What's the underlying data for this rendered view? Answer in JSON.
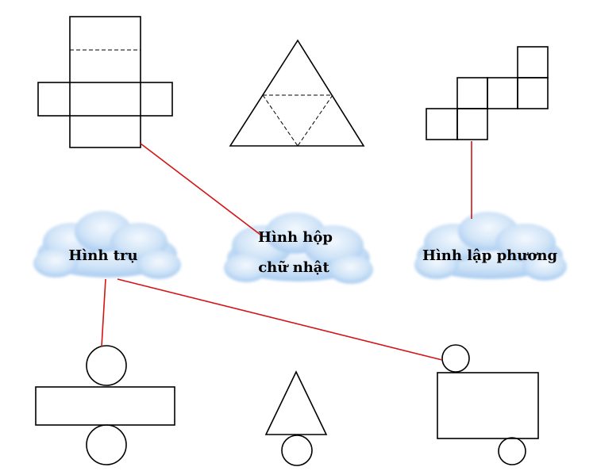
{
  "clouds": {
    "cylinder": {
      "label": "Hình trụ"
    },
    "cuboid": {
      "line1": "Hình hộp",
      "line2": "chữ nhật"
    },
    "cube": {
      "label": "Hình lập phương"
    }
  },
  "colors": {
    "connector": "#d41414",
    "cloud_fill": "#cfe3f7",
    "cloud_shade": "#9fc6ef",
    "outline": "#000000"
  }
}
